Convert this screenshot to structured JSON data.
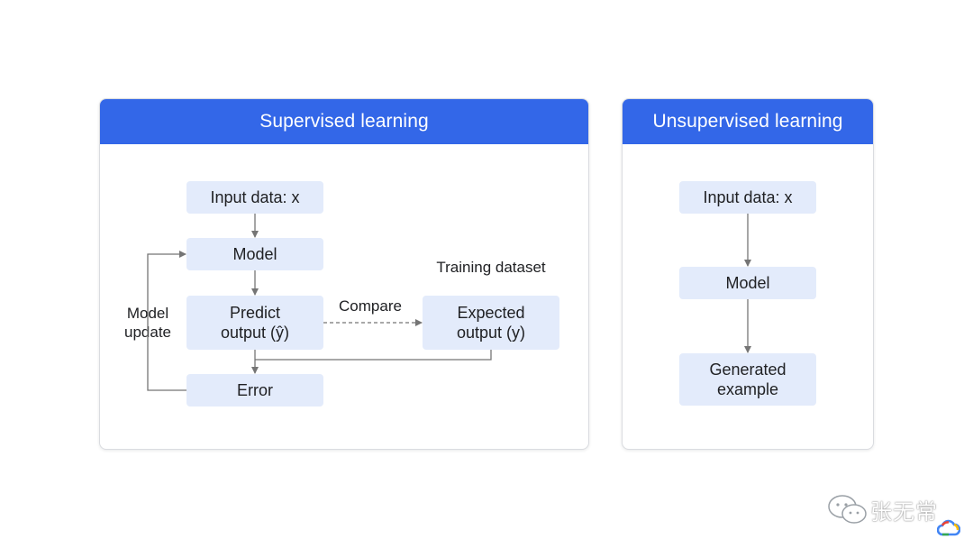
{
  "supervised": {
    "title": "Supervised learning",
    "input_box": "Input data: x",
    "model_box": "Model",
    "predict_line1": "Predict",
    "predict_line2": "output (ŷ)",
    "error_box": "Error",
    "expected_line1": "Expected",
    "expected_line2": "output (y)",
    "compare_label": "Compare",
    "training_label": "Training dataset",
    "update_line1": "Model",
    "update_line2": "update"
  },
  "unsupervised": {
    "title": "Unsupervised learning",
    "input_box": "Input data: x",
    "model_box": "Model",
    "generated_line1": "Generated",
    "generated_line2": "example"
  },
  "watermark": {
    "text": "张无常"
  },
  "colors": {
    "header_blue": "#3367e8",
    "box_fill": "#e3ebfb",
    "arrow_gray": "#757575"
  }
}
